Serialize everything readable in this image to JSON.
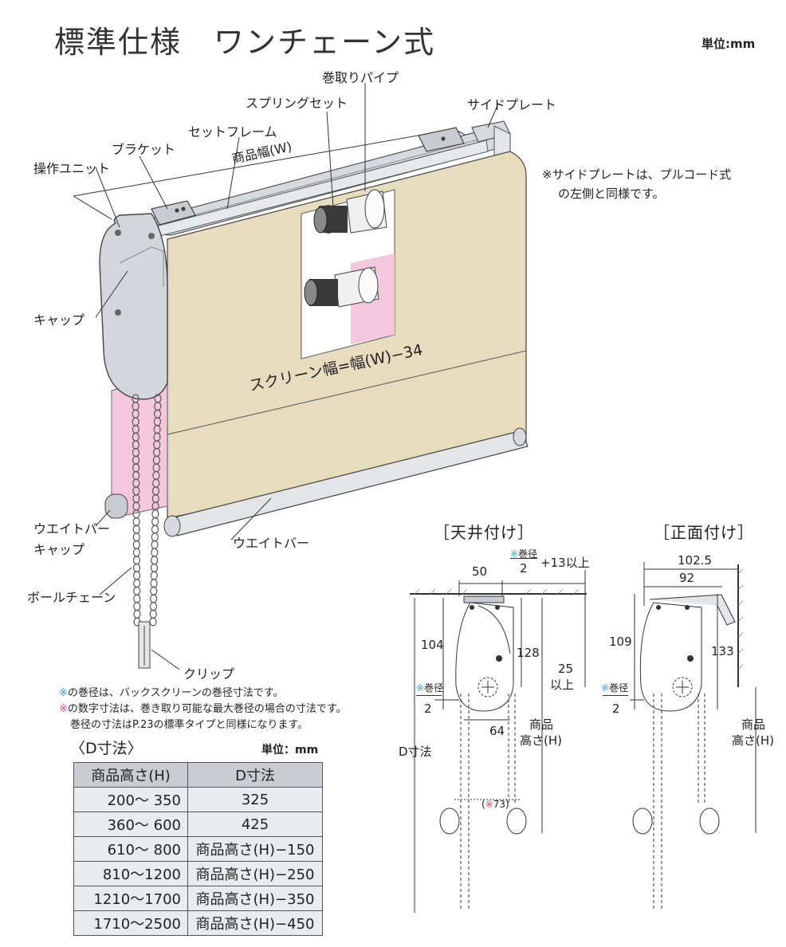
{
  "title": "標準仕様　ワンチェーン式",
  "unit_top": "単位:mm",
  "labels": {
    "winding_pipe": "巻取りパイプ",
    "spring_set": "スプリングセット",
    "side_plate": "サイドプレート",
    "set_frame": "セットフレーム",
    "bracket": "ブラケット",
    "product_width": "商品幅(W)",
    "operation_unit": "操作ユニット",
    "cap": "キャップ",
    "screen_width": "スクリーン幅=幅(W)−34",
    "weight_bar_cap_1": "ウエイトバー",
    "weight_bar_cap_2": "キャップ",
    "weight_bar": "ウエイトバー",
    "ball_chain": "ボールチェーン",
    "clip": "クリップ"
  },
  "side_note_1": "※サイドプレートは、プルコード式",
  "side_note_2": "の左側と同様です。",
  "notes": {
    "note1_mark": "※",
    "note1_text": "の巻径は、バックスクリーンの巻径寸法です。",
    "note2_mark": "※",
    "note2_text": "の数字寸法は、巻き取り可能な最大巻径の場合の寸法です。",
    "note3_text": "巻径の寸法はP.23の標準タイプと同様になります。"
  },
  "d_table": {
    "title": "〈D寸法〉",
    "unit": "単位：mm",
    "headers": [
      "商品高さ(H)",
      "D寸法"
    ],
    "rows": [
      [
        "200〜  350",
        "325"
      ],
      [
        "360〜  600",
        "425"
      ],
      [
        "610〜  800",
        "商品高さ(H)−150"
      ],
      [
        "810〜1200",
        "商品高さ(H)−250"
      ],
      [
        "1210〜1700",
        "商品高さ(H)−350"
      ],
      [
        "1710〜2500",
        "商品高さ(H)−450"
      ]
    ]
  },
  "ceiling": {
    "title": "［天井付け］",
    "dim_50": "50",
    "frac_mark": "※",
    "frac_num": "巻径",
    "frac_den": "2",
    "dim_plus13": "+13以上",
    "dim_104": "104",
    "dim_128": "128",
    "dim_25": "25",
    "dim_25_sub": "以上",
    "side_frac_mark": "※",
    "side_frac_num": "巻径",
    "side_frac_den": "2",
    "dim_64": "64",
    "product_h_1": "商品",
    "product_h_2": "高さ(H)",
    "d_dim": "D寸法",
    "dim_73_mark": "※",
    "dim_73": "73"
  },
  "front": {
    "title": "［正面付け］",
    "dim_1025": "102.5",
    "dim_92": "92",
    "dim_109": "109",
    "dim_133": "133",
    "side_frac_mark": "※",
    "side_frac_num": "巻径",
    "side_frac_den": "2",
    "product_h_1": "商品",
    "product_h_2": "高さ(H)"
  },
  "colors": {
    "screen": "#e8dcbf",
    "back_screen": "#f4c8dc",
    "frame": "#d6d9dd",
    "table_header": "#c9ccd1",
    "table_cell": "#e9ebee",
    "note_blue": "#2aa3d9",
    "note_pink": "#e0408a"
  }
}
